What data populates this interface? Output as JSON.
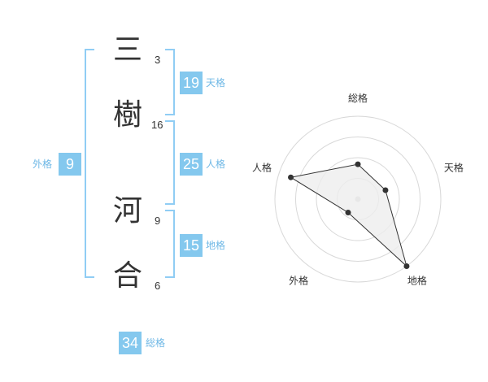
{
  "name": {
    "chars": [
      {
        "char": "三",
        "strokes": "3"
      },
      {
        "char": "樹",
        "strokes": "16"
      },
      {
        "char": "河",
        "strokes": "9"
      },
      {
        "char": "合",
        "strokes": "6"
      }
    ]
  },
  "fortunes": {
    "ten": {
      "value": "19",
      "label": "天格"
    },
    "jin": {
      "value": "25",
      "label": "人格"
    },
    "chi": {
      "value": "15",
      "label": "地格"
    },
    "gai": {
      "value": "9",
      "label": "外格"
    },
    "sou": {
      "value": "34",
      "label": "総格"
    }
  },
  "colors": {
    "accent": "#84c8ee",
    "bracket": "#90cdf4",
    "label": "#6fb8e6",
    "text": "#333333",
    "grid": "#d8d8d8",
    "fill": "#eeeeee"
  },
  "chart_data": {
    "type": "radar",
    "axes": [
      "総格",
      "天格",
      "地格",
      "外格",
      "人格"
    ],
    "values": [
      0.42,
      0.35,
      1.0,
      0.2,
      0.85
    ],
    "max": 1,
    "rings": 4,
    "grid": true
  }
}
